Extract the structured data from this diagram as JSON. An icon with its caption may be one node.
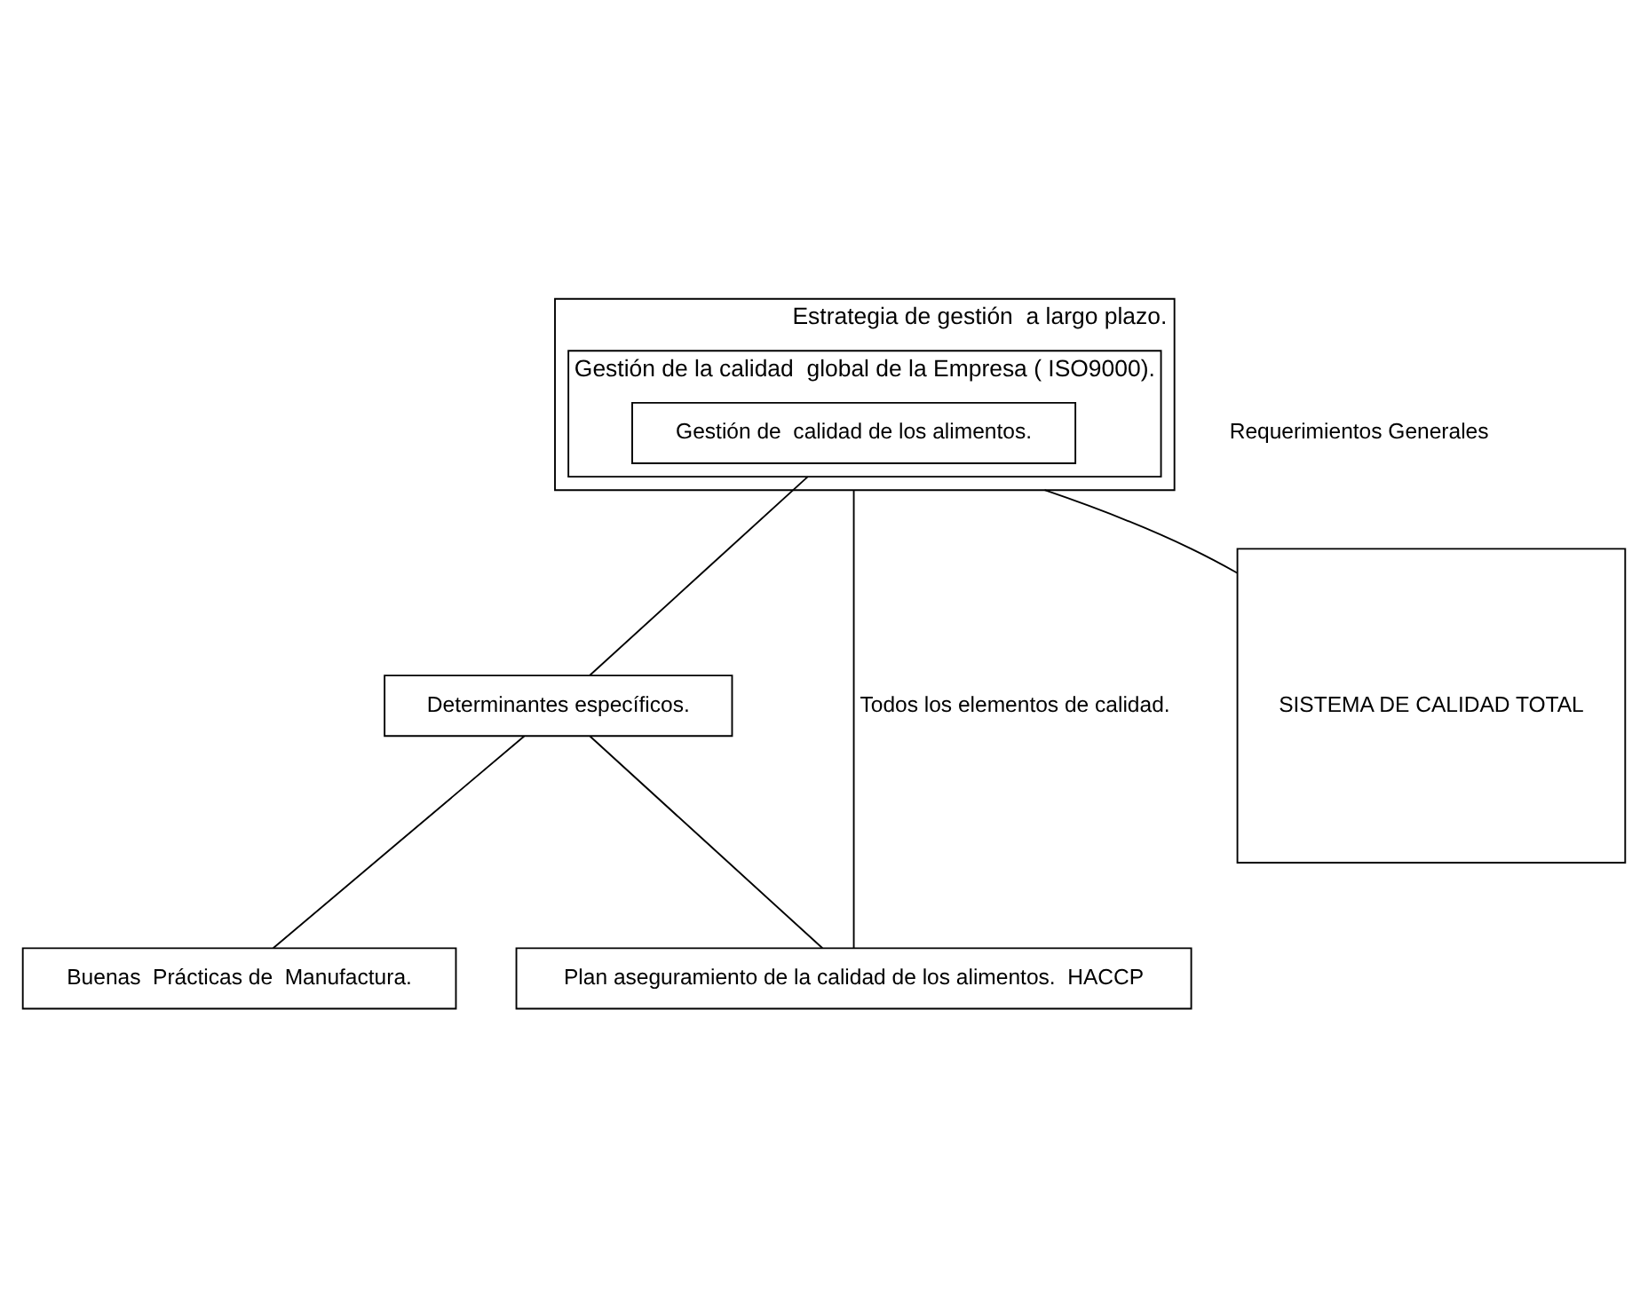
{
  "diagram": {
    "nodes": [
      {
        "text": [
          "Estrategia de gestión  a largo plazo."
        ]
      },
      {
        "text": [
          "Gestión de la calidad  global de la Empresa ( ISO9000)."
        ],
        "in": 0
      },
      {
        "text": [
          "Gestión de  calidad de los alimentos."
        ],
        "in": 1
      },
      {
        "text": [
          "Determinantes específicos."
        ]
      },
      {
        "text": [
          "Buenas  Prácticas de  Manufactura."
        ]
      },
      {
        "text": [
          "Plan aseguramiento de la calidad de los alimentos.  HACCP"
        ]
      },
      {
        "text": [
          "SISTEMA DE CALIDAD TOTAL"
        ]
      }
    ],
    "edges": [
      {
        "from": 1,
        "to": 3,
        "arrow": "none"
      },
      {
        "from": 0,
        "to": 5,
        "arrow": "none",
        "label": "Todos los elementos de calidad."
      },
      {
        "from": 0,
        "to": 6,
        "arrow": "none"
      },
      {
        "from": 3,
        "to": 4,
        "arrow": "none"
      },
      {
        "from": 3,
        "to": 5,
        "arrow": "none"
      }
    ],
    "labels": [
      "Requerimientos Generales"
    ]
  }
}
